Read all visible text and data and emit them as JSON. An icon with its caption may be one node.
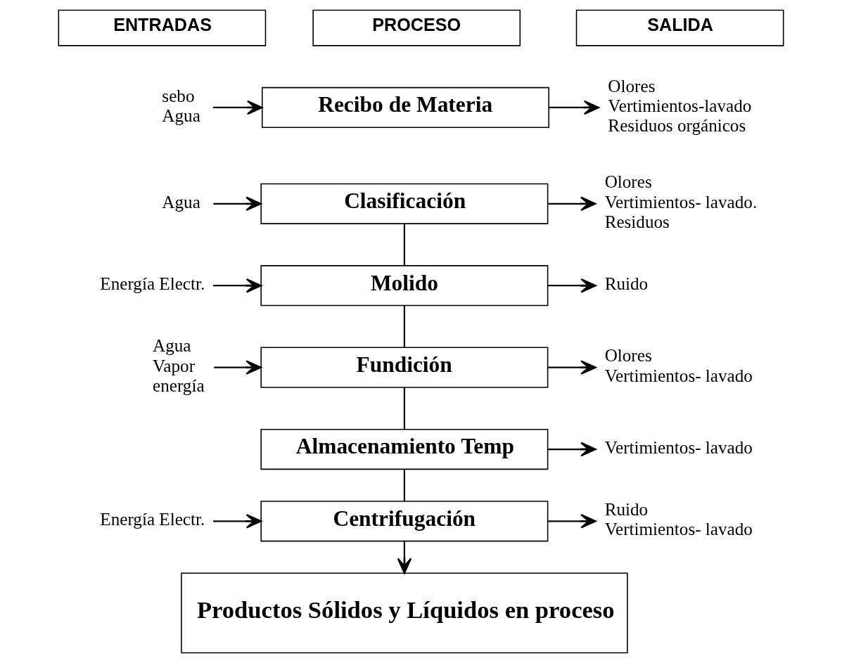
{
  "diagram": {
    "nodes": [
      {
        "text": [
          "ENTRADAS"
        ]
      },
      {
        "text": [
          "PROCESO"
        ]
      },
      {
        "text": [
          "SALIDA"
        ]
      },
      {
        "text": [
          "sebo",
          "Agua"
        ]
      },
      {
        "text": [
          "Recibo de Materia"
        ]
      },
      {
        "text": [
          "Olores",
          "Vertimientos-lavado",
          "Residuos orgánicos"
        ]
      },
      {
        "text": [
          "Agua"
        ]
      },
      {
        "text": [
          "Clasificación"
        ]
      },
      {
        "text": [
          "Olores",
          "Vertimientos- lavado.",
          "Residuos"
        ]
      },
      {
        "text": [
          "Energía Electr."
        ]
      },
      {
        "text": [
          "Molido"
        ]
      },
      {
        "text": [
          "Ruido"
        ]
      },
      {
        "text": [
          "Agua",
          "Vapor",
          "energía"
        ]
      },
      {
        "text": [
          "Fundición"
        ]
      },
      {
        "text": [
          "Olores",
          "Vertimientos- lavado"
        ]
      },
      {
        "text": [
          "Almacenamiento Temp"
        ]
      },
      {
        "text": [
          "Vertimientos- lavado"
        ]
      },
      {
        "text": [
          "Energía Electr."
        ]
      },
      {
        "text": [
          "Centrifugación"
        ]
      },
      {
        "text": [
          "Ruido",
          "Vertimientos- lavado"
        ]
      },
      {
        "text": [
          "Productos Sólidos y Líquidos en proceso"
        ]
      }
    ],
    "edges": [
      {
        "from": 3,
        "to": 4,
        "arrow": "to"
      },
      {
        "from": 4,
        "to": 5,
        "arrow": "to"
      },
      {
        "from": 6,
        "to": 7,
        "arrow": "to"
      },
      {
        "from": 7,
        "to": 8,
        "arrow": "to"
      },
      {
        "from": 9,
        "to": 10,
        "arrow": "to"
      },
      {
        "from": 10,
        "to": 11,
        "arrow": "to"
      },
      {
        "from": 12,
        "to": 13,
        "arrow": "to"
      },
      {
        "from": 13,
        "to": 14,
        "arrow": "to"
      },
      {
        "from": 15,
        "to": 16,
        "arrow": "to"
      },
      {
        "from": 17,
        "to": 18,
        "arrow": "to"
      },
      {
        "from": 18,
        "to": 19,
        "arrow": "to"
      },
      {
        "from": 7,
        "to": 10,
        "arrow": "none"
      },
      {
        "from": 10,
        "to": 13,
        "arrow": "none"
      },
      {
        "from": 13,
        "to": 15,
        "arrow": "none"
      },
      {
        "from": 15,
        "to": 18,
        "arrow": "none"
      },
      {
        "from": 18,
        "to": 20,
        "arrow": "to"
      }
    ]
  }
}
